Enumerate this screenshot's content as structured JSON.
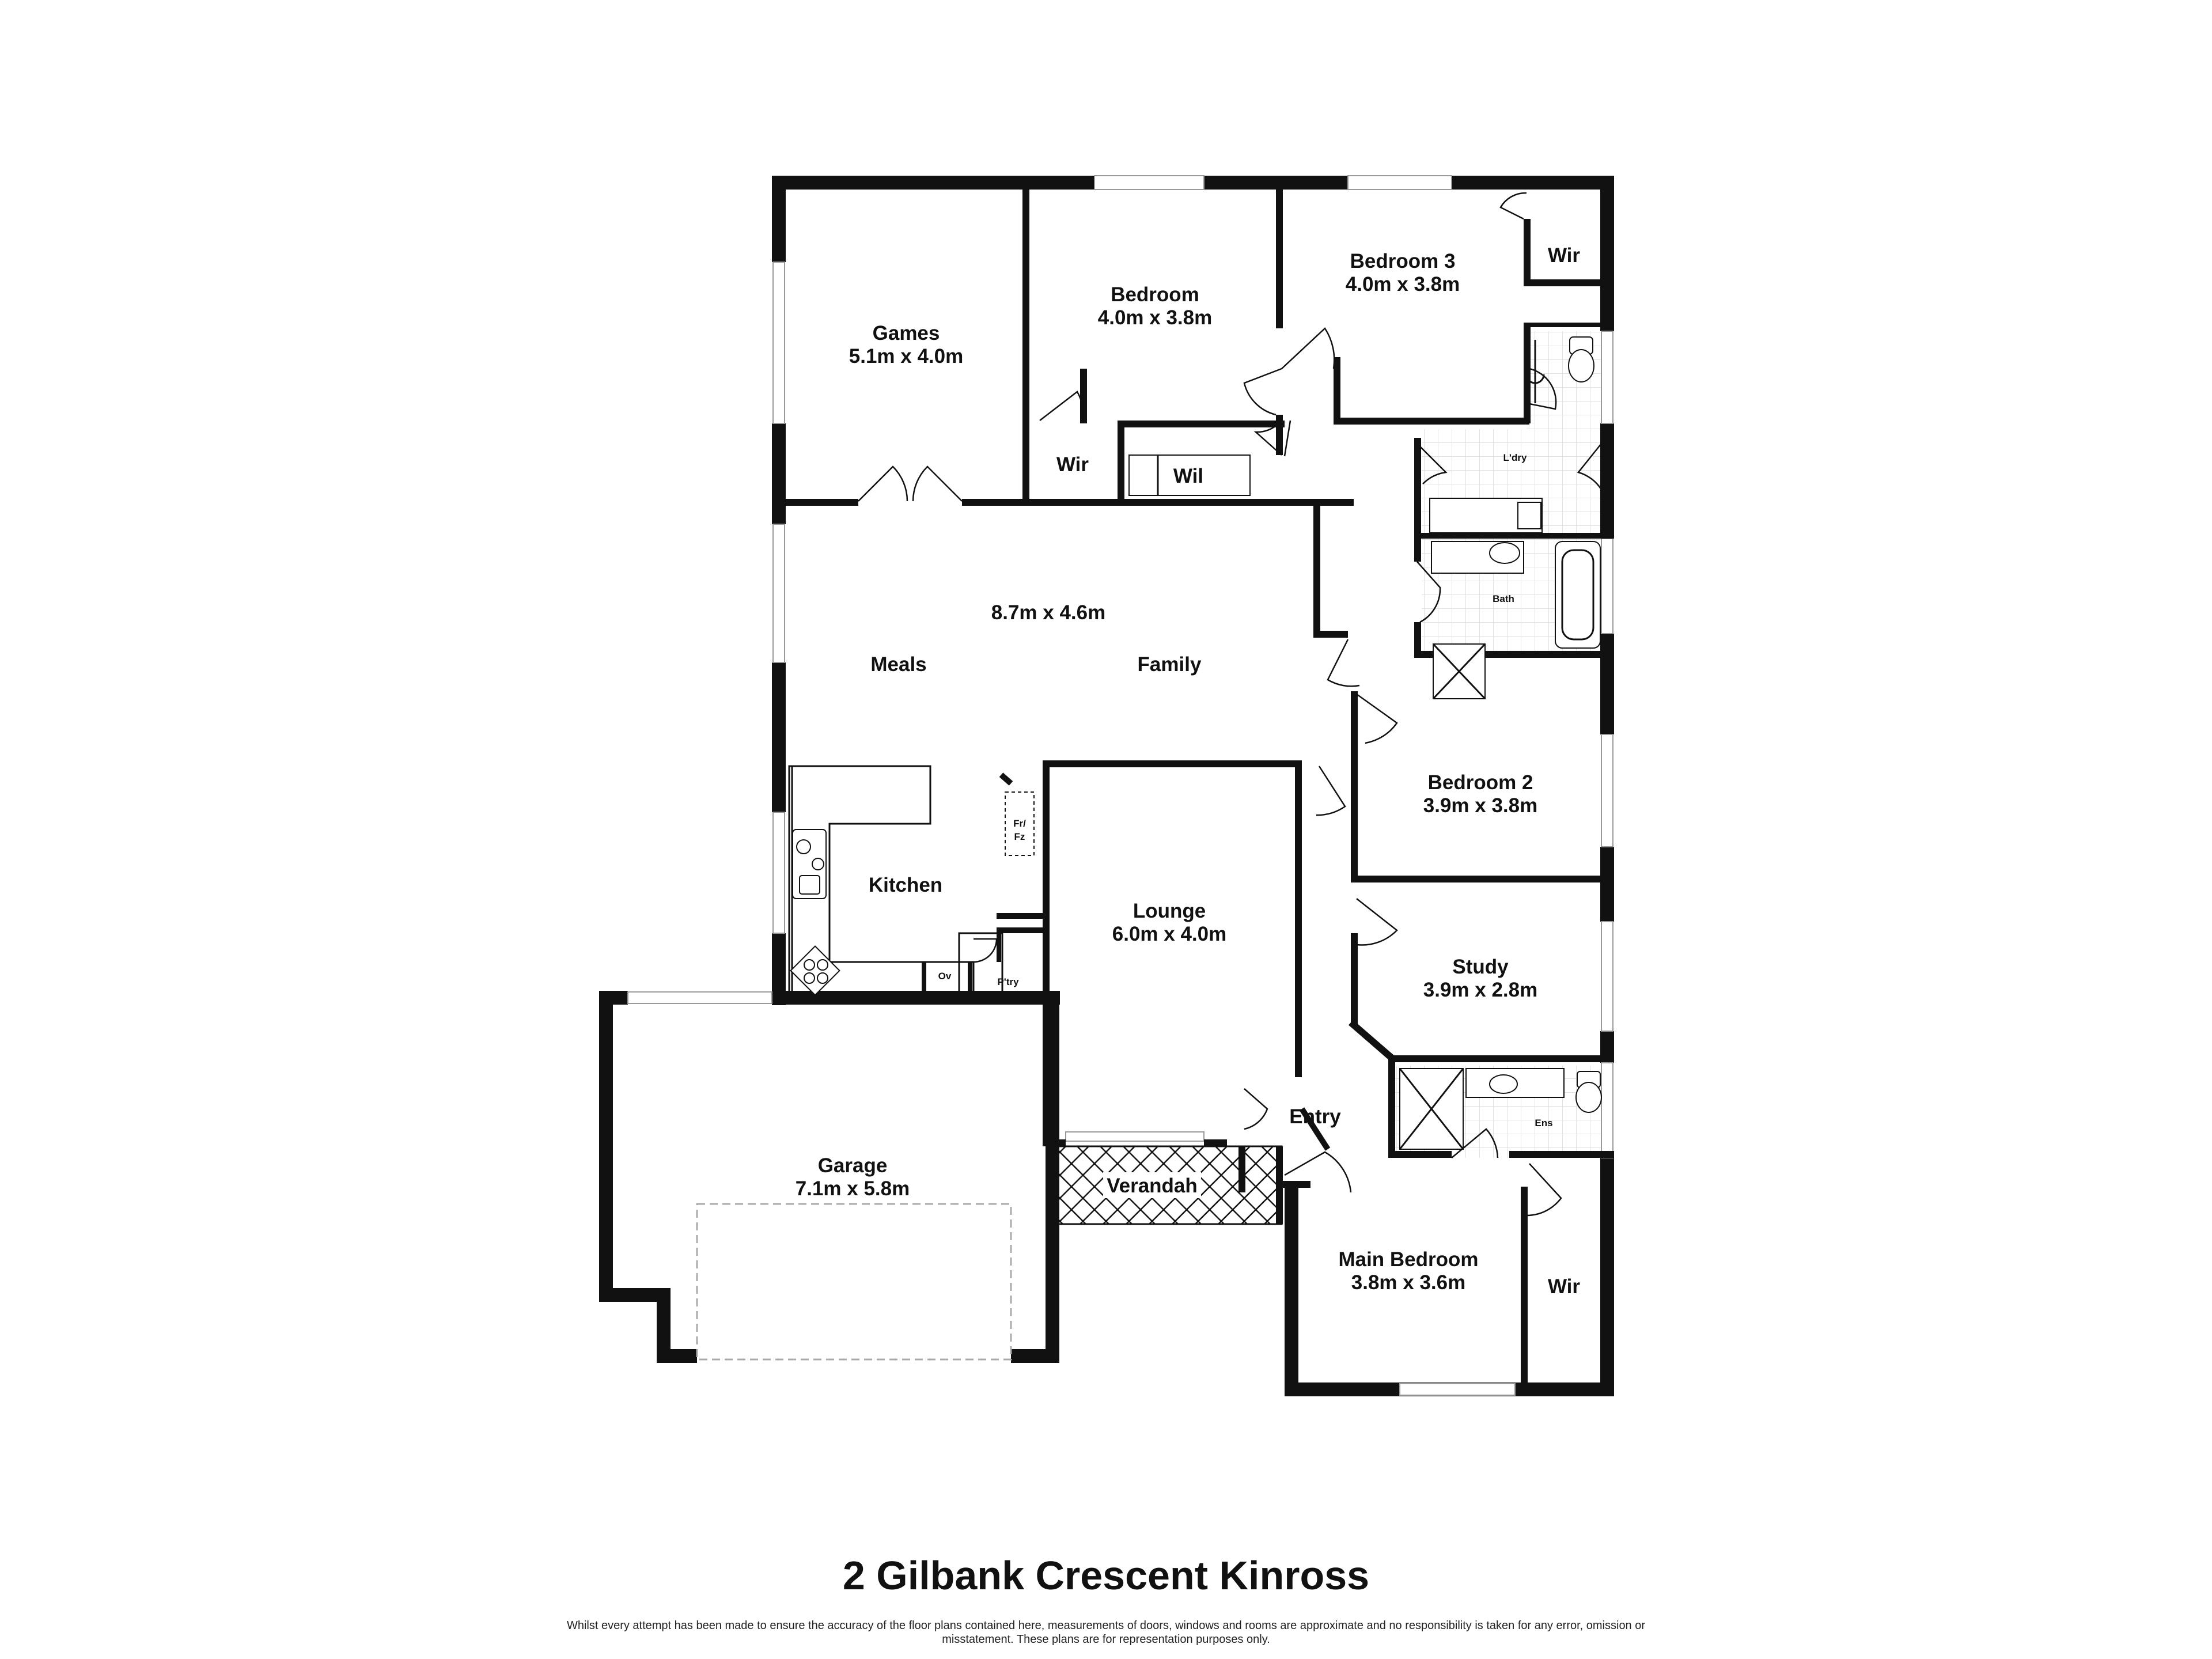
{
  "title": "2 Gilbank Crescent Kinross",
  "disclaimer": "Whilst every attempt has been made to ensure the accuracy of the floor plans contained here, measurements of doors, windows and rooms are approximate and no responsibility is taken for any error, omission or misstatement. These plans are for representation purposes only.",
  "rooms": {
    "games": {
      "name": "Games",
      "size": "5.1m x 4.0m"
    },
    "bedroom": {
      "name": "Bedroom",
      "size": "4.0m x 3.8m"
    },
    "bedroom3": {
      "name": "Bedroom 3",
      "size": "4.0m x 3.8m"
    },
    "wir_top": "Wir",
    "wir_bed": "Wir",
    "wil": "Wil",
    "laundry": "L'dry",
    "bath": "Bath",
    "family_size": "8.7m x 4.6m",
    "meals": "Meals",
    "family": "Family",
    "bedroom2": {
      "name": "Bedroom 2",
      "size": "3.9m x 3.8m"
    },
    "kitchen": "Kitchen",
    "fridge": [
      "Fr/",
      "Fz"
    ],
    "oven": "Ov",
    "pantry": "P'try",
    "lounge": {
      "name": "Lounge",
      "size": "6.0m x 4.0m"
    },
    "study": {
      "name": "Study",
      "size": "3.9m x 2.8m"
    },
    "ensuite": "Ens",
    "garage": {
      "name": "Garage",
      "size": "7.1m x 5.8m"
    },
    "entry": "Entry",
    "verandah": "Verandah",
    "main_bedroom": {
      "name": "Main Bedroom",
      "size": "3.8m x 3.6m"
    },
    "wir_main": "Wir"
  }
}
